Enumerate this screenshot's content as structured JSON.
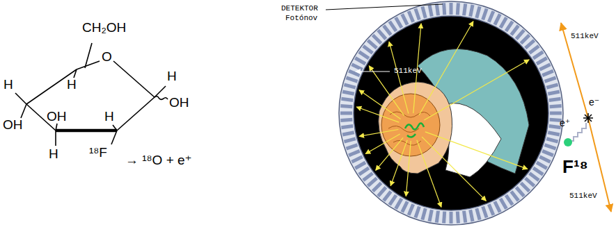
{
  "diagram": {
    "labels": [
      "CH₂OH",
      "O",
      "H",
      "H",
      "H",
      "OH",
      "OH",
      "OH",
      "H",
      "H",
      "¹⁸F",
      "→ ¹⁸O + e⁺",
      "DETEKTOR",
      "Fotónov",
      "511keV",
      "511keV",
      "e⁻",
      "e⁺",
      "F¹⁸",
      "511keV"
    ]
  }
}
